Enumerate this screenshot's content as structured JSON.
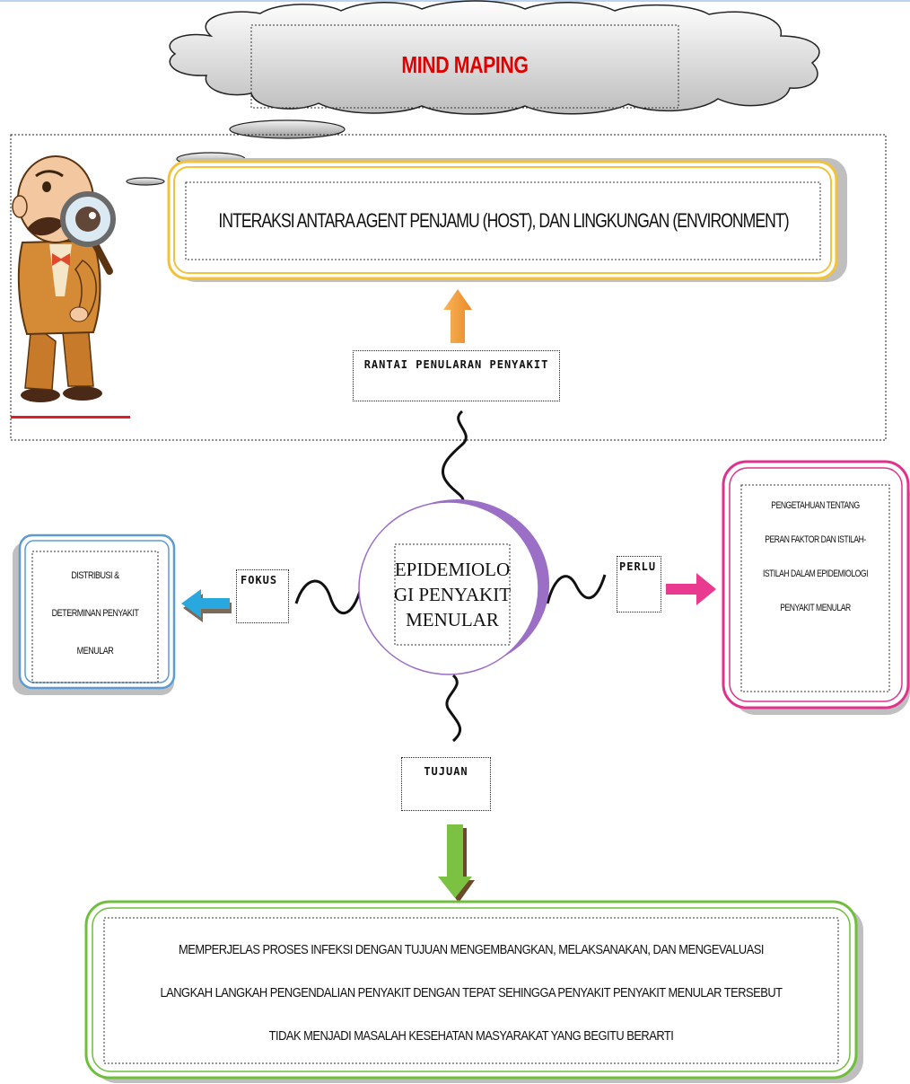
{
  "title": "MIND MAPING",
  "top_box": "INTERAKSI ANTARA AGENT PENJAMU (HOST), DAN LINGKUNGAN (ENVIRONMENT)",
  "center": [
    "EPIDEMIOLO",
    "GI PENYAKIT",
    "MENULAR"
  ],
  "connectors": {
    "up": "RANTAI PENULARAN PENYAKIT",
    "left": "FOKUS",
    "right": "PERLU",
    "down": "TUJUAN"
  },
  "left_box": [
    "DISTRIBUSI &",
    "DETERMINAN  PENYAKIT",
    "MENULAR"
  ],
  "right_box": [
    "PENGETAHUAN TENTANG",
    "PERAN FAKTOR DAN ISTILAH-",
    "ISTILAH DALAM EPIDEMIOLOGI",
    "PENYAKIT MENULAR"
  ],
  "bottom_box": [
    "MEMPERJELAS PROSES INFEKSI DENGAN TUJUAN MENGEMBANGKAN, MELAKSANAKAN, DAN MENGEVALUASI",
    "LANGKAH LANGKAH PENGENDALIAN PENYAKIT DENGAN TEPAT SEHINGGA PENYAKIT PENYAKIT MENULAR TERSEBUT",
    "TIDAK MENJADI MASALAH  KESEHATAN MASYARAKAT  YANG BEGITU BERARTI"
  ],
  "colors": {
    "title": "#e00000",
    "top_box_border": "#f2c23a",
    "left_box_border": "#5b9bd5",
    "right_box_border": "#e0318c",
    "bottom_box_border": "#6fbf3c",
    "arrow_up": "#f5a03a",
    "arrow_left": "#29a8e0",
    "arrow_right": "#e93a8f",
    "arrow_down": "#7cc242",
    "center_ellipse": "#9b6fc6",
    "underline": "#e02020"
  },
  "icons": [
    "detective-with-magnifier-icon"
  ]
}
